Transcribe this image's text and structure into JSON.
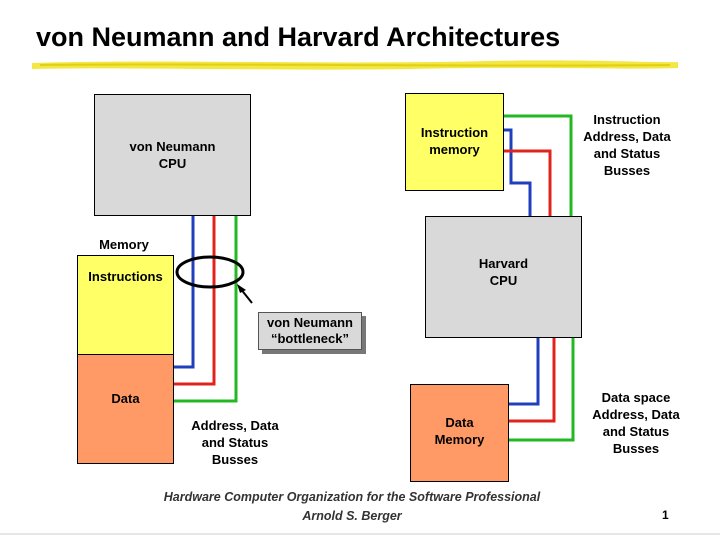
{
  "title": "von Neumann and Harvard Architectures",
  "von_neumann": {
    "cpu_label": "von Neumann\nCPU",
    "memory_label": "Memory",
    "instructions_label": "Instructions",
    "data_label": "Data",
    "bus_label": "Address,\nData and\nStatus\nBusses",
    "bottleneck_label": "von Neumann\n“bottleneck”"
  },
  "harvard": {
    "instruction_memory_label": "Instruction\nmemory",
    "cpu_label": "Harvard\nCPU",
    "data_memory_label": "Data\nMemory",
    "instruction_bus_label": "Instruction\nAddress,\nData and\nStatus\nBusses",
    "data_bus_label": "Data space\nAddress,\nData and\nStatus\nBusses"
  },
  "colors": {
    "bus_blue": "#1f3fbf",
    "bus_red": "#e0241c",
    "bus_green": "#22b822",
    "cpu_gray": "#d9d9d9",
    "memory_yellow": "#ffff66",
    "memory_orange": "#ff9966"
  },
  "footer": {
    "line1": "Hardware Computer Organization for the Software Professional",
    "line2": "Arnold S. Berger",
    "page_number": "1"
  }
}
